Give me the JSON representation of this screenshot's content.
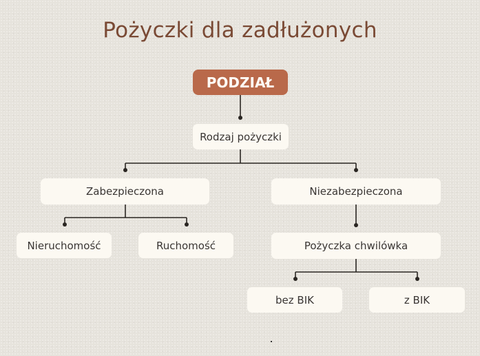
{
  "title": "Pożyczki dla zadłużonych",
  "diagram": {
    "root": {
      "label": "PODZIAŁ",
      "color": "#b9694a"
    },
    "level1": {
      "label": "Rodzaj pożyczki"
    },
    "level2": [
      {
        "label": "Zabezpieczona"
      },
      {
        "label": "Niezabezpieczona"
      }
    ],
    "secured_children": [
      {
        "label": "Nieruchomość"
      },
      {
        "label": "Ruchomość"
      }
    ],
    "unsecured_child": {
      "label": "Pożyczka chwilówka"
    },
    "payday_children": [
      {
        "label": "bez BIK"
      },
      {
        "label": "z BIK"
      }
    ]
  },
  "colors": {
    "background": "#e6e3dc",
    "title": "#7a4a35",
    "box": "#fcf9f2",
    "line": "#2a2622"
  }
}
